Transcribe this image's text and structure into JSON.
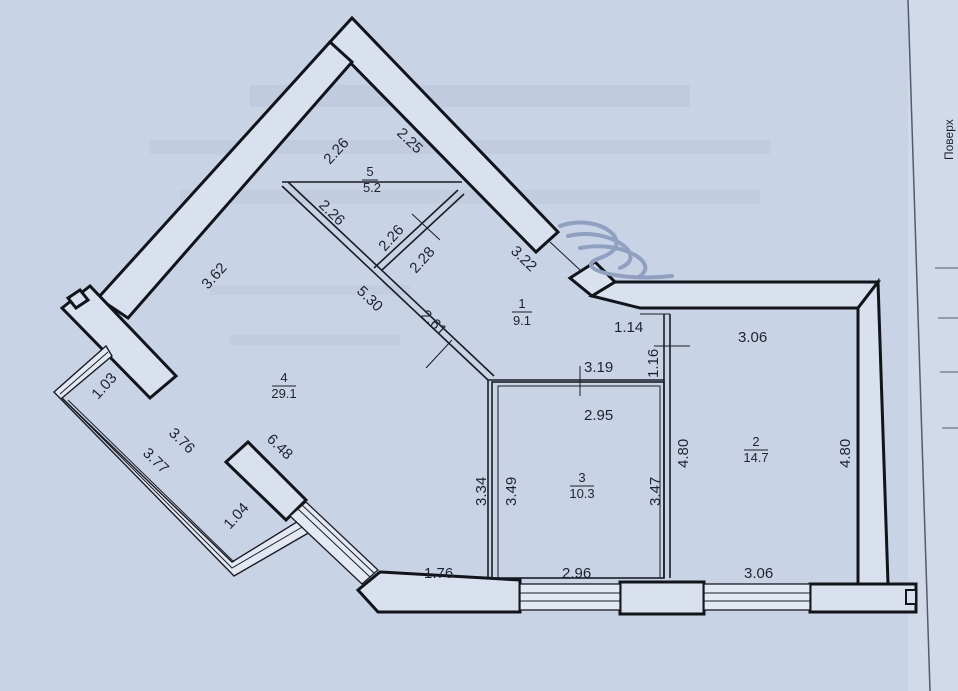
{
  "rooms": [
    {
      "number": "1",
      "area": "9.1"
    },
    {
      "number": "2",
      "area": "14.7"
    },
    {
      "number": "3",
      "area": "10.3"
    },
    {
      "number": "4",
      "area": "29.1"
    },
    {
      "number": "5",
      "area": "5.2"
    }
  ],
  "dimensions": {
    "room5_top_left": "2.26",
    "room5_top_right": "2.25",
    "room5_bottom_left": "2.26",
    "room5_inner_a": "2.26",
    "room5_inner_b": "2.28",
    "wall_3_22": "3.22",
    "room4_top": "3.62",
    "diagonal_5_30": "5.30",
    "room1_2_61": "2.61",
    "room1_1_14": "1.14",
    "room1_1_16": "1.16",
    "room2_top": "3.06",
    "room2_right": "4.80",
    "room2_left": "4.80",
    "room2_bottom": "3.06",
    "room3_top_outer": "3.19",
    "room3_top_inner": "2.95",
    "room3_left_outer": "3.34",
    "room3_left_inner": "3.49",
    "room3_right": "3.47",
    "room3_bottom": "2.96",
    "balcony_1_03": "1.03",
    "balcony_3_76": "3.76",
    "balcony_3_77": "3.77",
    "balcony_1_04": "1.04",
    "room4_6_48": "6.48",
    "room4_bottom": "1.76"
  },
  "sidebar": {
    "label": "Поверх"
  }
}
